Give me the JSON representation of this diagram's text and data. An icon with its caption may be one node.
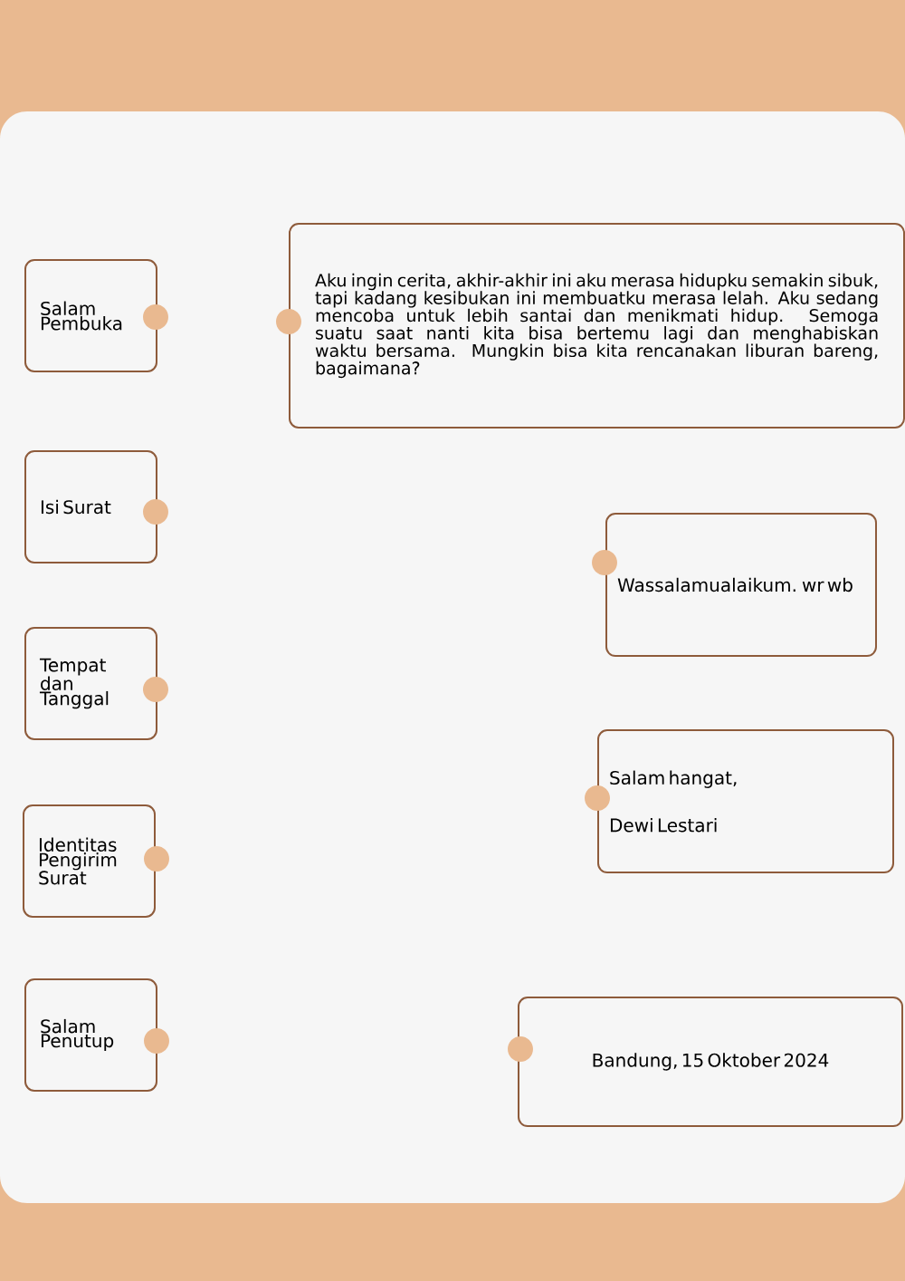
{
  "diagram": {
    "nodes": [
      {
        "text": [
          "Salam Pembuka"
        ]
      },
      {
        "text": [
          "Isi Surat"
        ]
      },
      {
        "text": [
          "Tempat dan Tanggal"
        ]
      },
      {
        "text": [
          "Identitas Pengirim Surat"
        ]
      },
      {
        "text": [
          "Salam Penutup"
        ]
      },
      {
        "text": [
          "Aku ingin cerita, akhir-akhir ini aku merasa hidupku semakin sibuk, tapi kadang kesibukan ini membuatku merasa lelah. Aku sedang mencoba untuk lebih santai dan menikmati hidup. Semoga suatu saat nanti kita bisa bertemu lagi dan menghabiskan waktu bersama. Mungkin bisa kita rencanakan liburan bareng, bagaimana?"
        ]
      },
      {
        "text": [
          "Wassalamualaikum. wr wb"
        ]
      },
      {
        "text": [
          "Salam hangat,",
          "Dewi Lestari"
        ]
      },
      {
        "text": [
          "Bandung, 15 Oktober 2024"
        ]
      }
    ]
  }
}
